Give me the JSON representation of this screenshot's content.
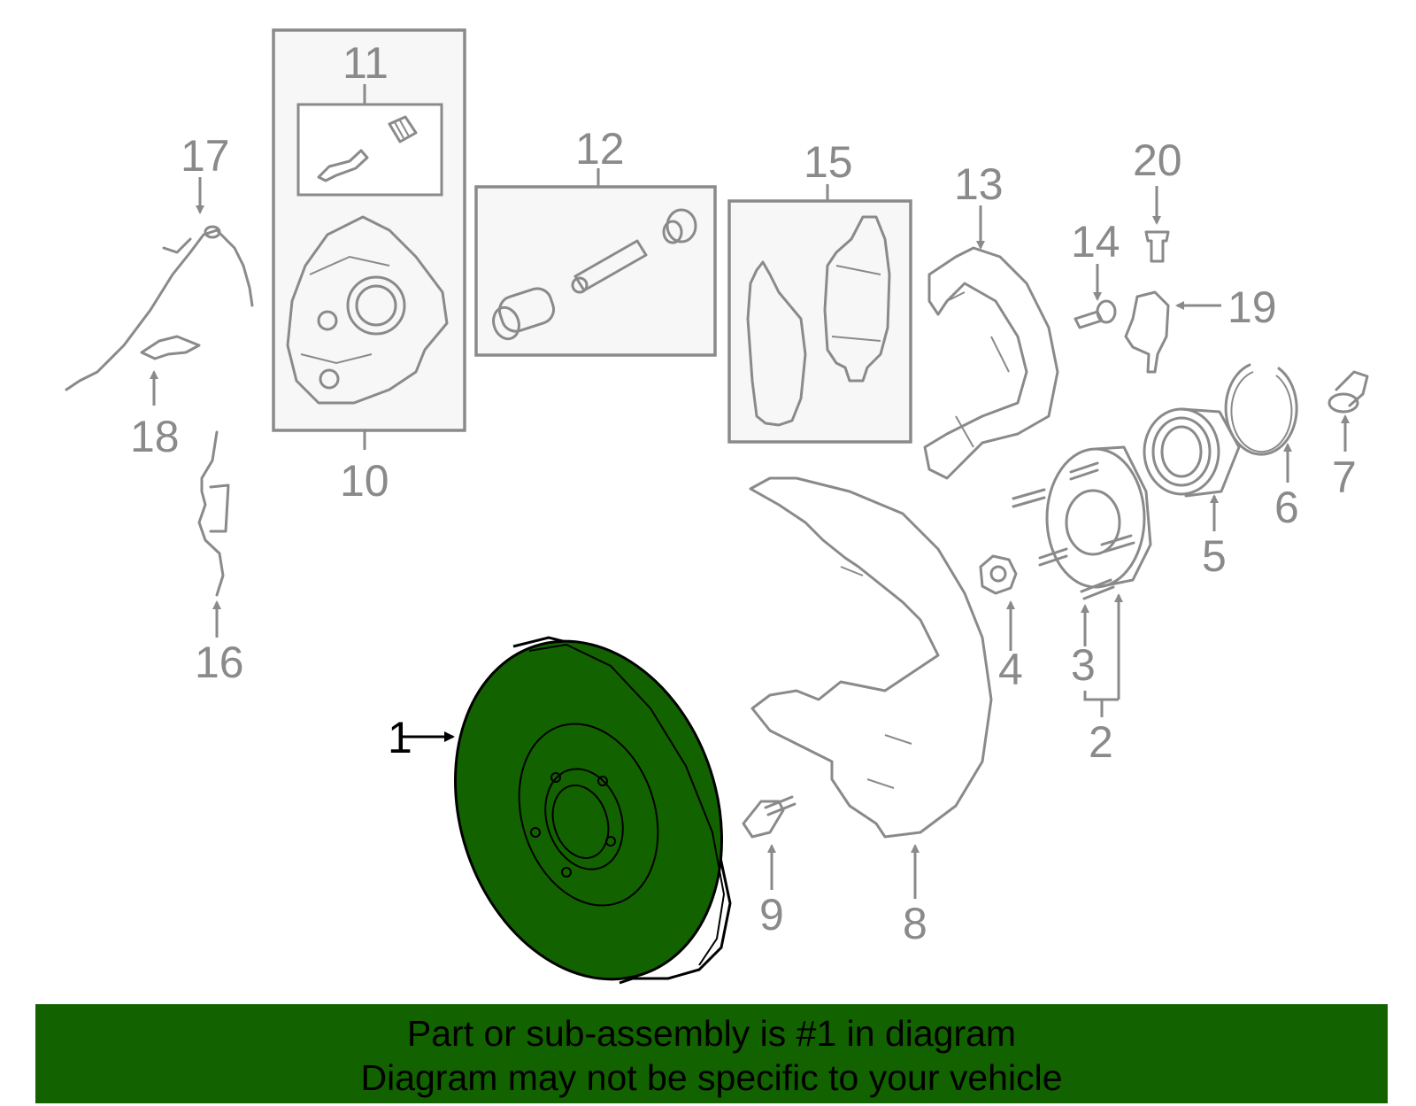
{
  "highlight_color": "#126300",
  "line_color": "#8a8a8a",
  "highlighted_part": "1",
  "callouts": {
    "c1": "1",
    "c2": "2",
    "c3": "3",
    "c4": "4",
    "c5": "5",
    "c6": "6",
    "c7": "7",
    "c8": "8",
    "c9": "9",
    "c10": "10",
    "c11": "11",
    "c12": "12",
    "c13": "13",
    "c14": "14",
    "c15": "15",
    "c16": "16",
    "c17": "17",
    "c18": "18",
    "c19": "19",
    "c20": "20"
  },
  "banner": {
    "line1": "Part or sub-assembly is #1 in diagram",
    "line2": "Diagram may not be specific to your vehicle"
  }
}
